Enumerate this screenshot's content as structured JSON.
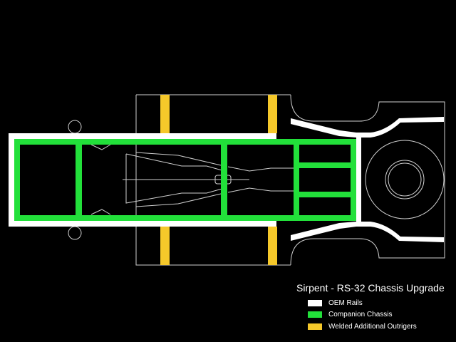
{
  "title": "Sirpent - RS-32 Chassis Upgrade",
  "legend": [
    {
      "label": "OEM Rails",
      "color": "#ffffff"
    },
    {
      "label": "Companion Chassis",
      "color": "#22e03a"
    },
    {
      "label": "Welded Additional Outrigers",
      "color": "#f5c82a"
    }
  ],
  "colors": {
    "background": "#000000",
    "outline": "#cfcfcf"
  }
}
